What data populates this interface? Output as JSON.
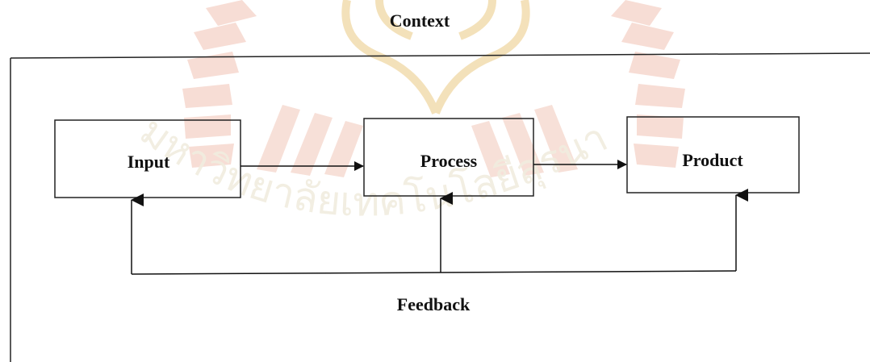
{
  "diagram": {
    "context_label": "Context",
    "feedback_label": "Feedback",
    "boxes": {
      "input": "Input",
      "process": "Process",
      "product": "Product"
    }
  },
  "watermark": {
    "script_text": "มหาวิทยาลัยเทคโนโลยีสุรนารี",
    "color": "#f6e6b8",
    "accent_color": "#f4c9c4"
  },
  "colors": {
    "line": "#111111",
    "box_border": "#222222",
    "arrow_fill": "#111111"
  }
}
